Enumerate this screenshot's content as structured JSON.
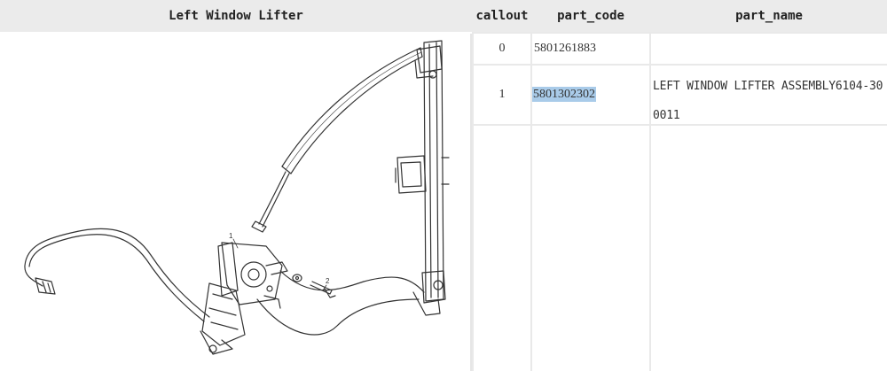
{
  "header": {
    "title": "Left Window Lifter",
    "col_callout": "callout",
    "col_part_code": "part_code",
    "col_part_name": "part_name"
  },
  "diagram": {
    "callout_1": "1",
    "callout_2": "2"
  },
  "rows": [
    {
      "callout": "0",
      "part_code": "5801261883",
      "part_name": ""
    },
    {
      "callout": "1",
      "part_code": "5801302302",
      "part_name": "LEFT WINDOW LIFTER ASSEMBLY6104-300011"
    }
  ]
}
